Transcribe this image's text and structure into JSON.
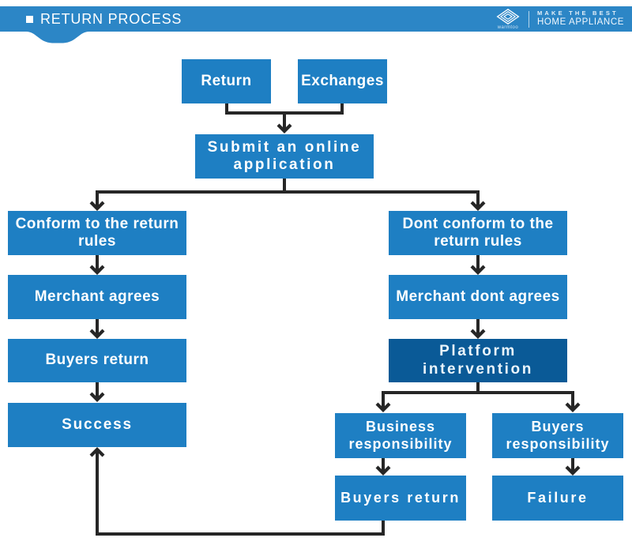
{
  "header": {
    "title": "RETURN PROCESS",
    "brand": {
      "logo_text": "warmtoo",
      "tagline_line1": "MAKE THE BEST",
      "tagline_line2": "HOME APPLIANCE"
    }
  },
  "colors": {
    "header_bg": "#2c86c6",
    "node_blue": "#1e7fc3",
    "node_dark_blue": "#0a5a97",
    "connector_line": "#262626",
    "node_text": "#ffffff"
  },
  "flowchart": {
    "nodes": [
      {
        "id": "return",
        "label": "Return"
      },
      {
        "id": "exchanges",
        "label": "Exchanges"
      },
      {
        "id": "submit",
        "label": "Submit an online application"
      },
      {
        "id": "conform",
        "label": "Conform to the return rules"
      },
      {
        "id": "merchant-agrees",
        "label": "Merchant agrees"
      },
      {
        "id": "buyers-return-left",
        "label": "Buyers return"
      },
      {
        "id": "success",
        "label": "Success"
      },
      {
        "id": "dont-conform",
        "label": "Dont conform to the return rules"
      },
      {
        "id": "merchant-dont-agrees",
        "label": "Merchant dont agrees"
      },
      {
        "id": "platform-intervention",
        "label": "Platform intervention"
      },
      {
        "id": "business-responsibility",
        "label": "Business responsibility"
      },
      {
        "id": "buyers-responsibility",
        "label": "Buyers responsibility"
      },
      {
        "id": "buyers-return-bottom",
        "label": "Buyers return"
      },
      {
        "id": "failure",
        "label": "Failure"
      }
    ],
    "edges": [
      {
        "from": "return",
        "to": "submit"
      },
      {
        "from": "exchanges",
        "to": "submit"
      },
      {
        "from": "submit",
        "to": "conform"
      },
      {
        "from": "submit",
        "to": "dont-conform"
      },
      {
        "from": "conform",
        "to": "merchant-agrees"
      },
      {
        "from": "merchant-agrees",
        "to": "buyers-return-left"
      },
      {
        "from": "buyers-return-left",
        "to": "success"
      },
      {
        "from": "dont-conform",
        "to": "merchant-dont-agrees"
      },
      {
        "from": "merchant-dont-agrees",
        "to": "platform-intervention"
      },
      {
        "from": "platform-intervention",
        "to": "business-responsibility"
      },
      {
        "from": "platform-intervention",
        "to": "buyers-responsibility"
      },
      {
        "from": "business-responsibility",
        "to": "buyers-return-bottom"
      },
      {
        "from": "buyers-responsibility",
        "to": "failure"
      },
      {
        "from": "buyers-return-bottom",
        "to": "success"
      }
    ]
  }
}
